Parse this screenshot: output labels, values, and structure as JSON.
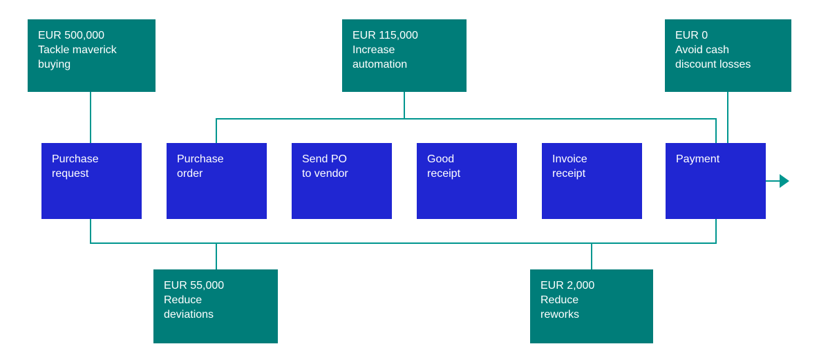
{
  "colors": {
    "teal": "#007d79",
    "blue": "#2026d2",
    "line": "#00968f",
    "text": "#ffffff",
    "bg": "#ffffff"
  },
  "top_benefits": [
    {
      "amount": "EUR 500,000",
      "label": "Tackle maverick\nbuying"
    },
    {
      "amount": "EUR 115,000",
      "label": "Increase\nautomation"
    },
    {
      "amount": "EUR 0",
      "label": "Avoid cash\ndiscount losses"
    }
  ],
  "process_steps": [
    {
      "label": "Purchase\nrequest"
    },
    {
      "label": "Purchase\norder"
    },
    {
      "label": "Send PO\nto vendor"
    },
    {
      "label": "Good\nreceipt"
    },
    {
      "label": "Invoice\nreceipt"
    },
    {
      "label": "Payment"
    }
  ],
  "bottom_benefits": [
    {
      "amount": "EUR 55,000",
      "label": "Reduce\ndeviations"
    },
    {
      "amount": "EUR 2,000",
      "label": "Reduce\nreworks"
    }
  ]
}
